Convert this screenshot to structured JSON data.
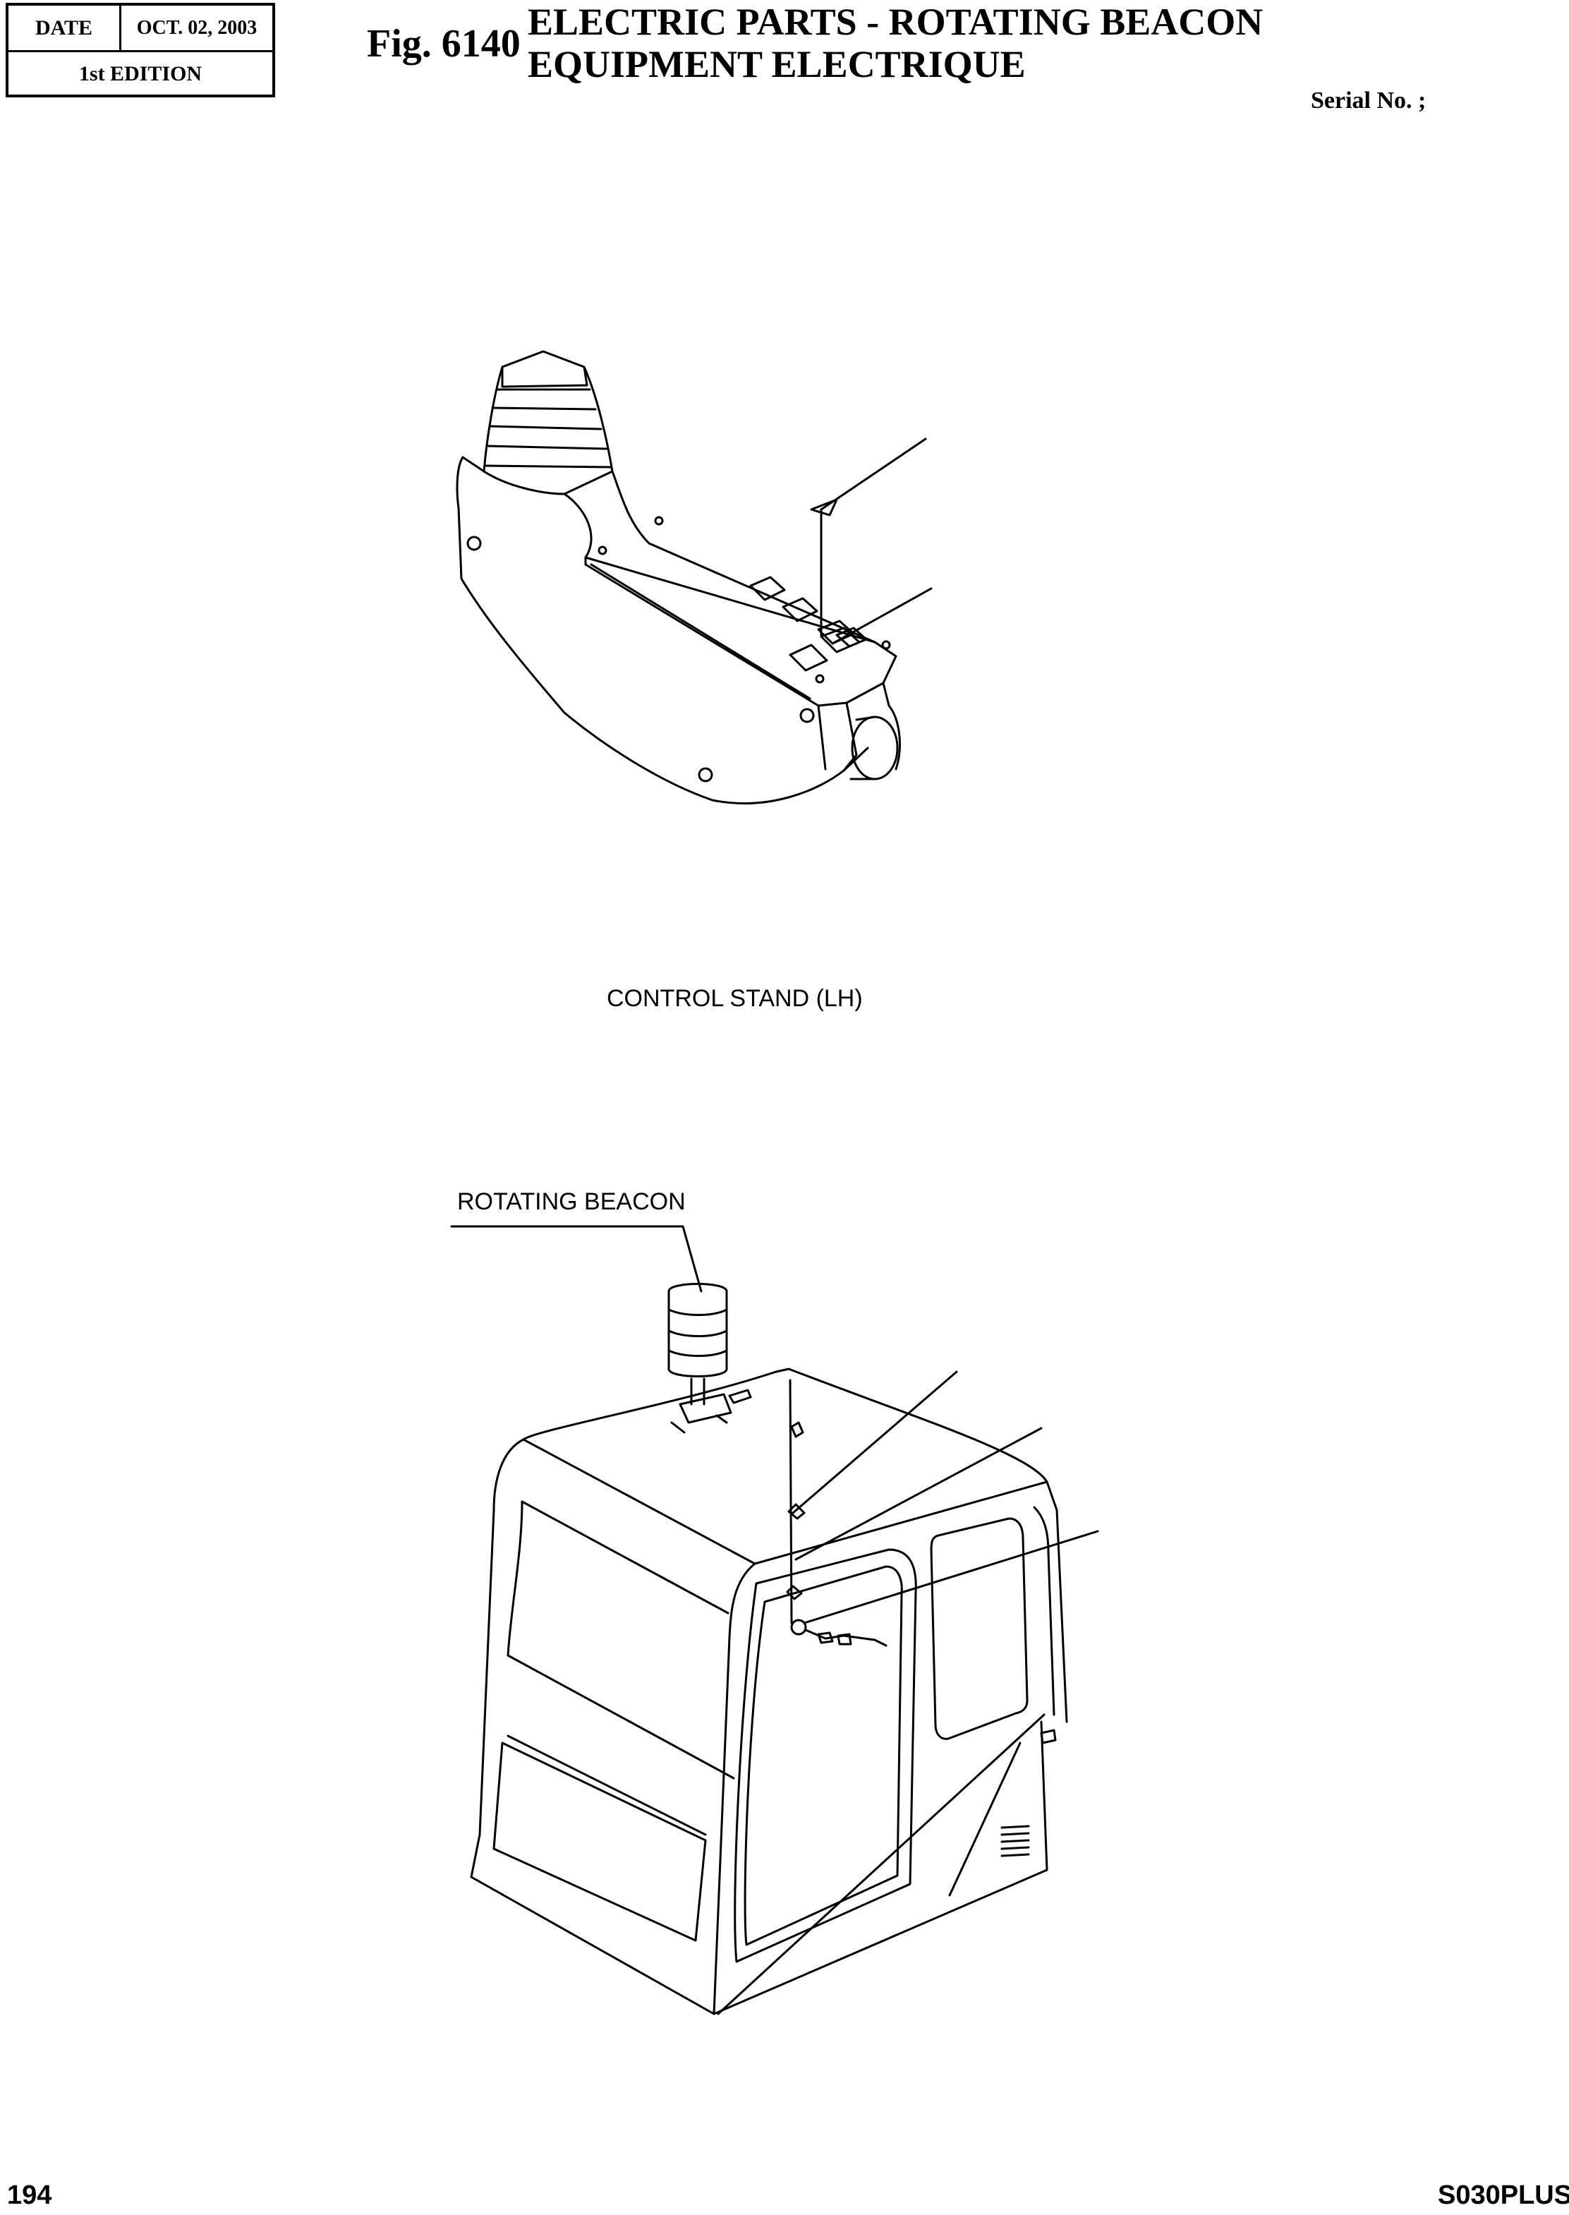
{
  "header": {
    "date_label": "DATE",
    "date_value": "OCT.  02, 2003",
    "edition": "1st EDITION",
    "fig_number": "Fig. 6140",
    "title_en": "ELECTRIC PARTS - ROTATING BEACON",
    "title_fr": "EQUIPMENT ELECTRIQUE",
    "serial": "Serial No. ;"
  },
  "figures": {
    "control_stand_caption": "CONTROL STAND (LH)",
    "beacon_label": "ROTATING BEACON"
  },
  "footer": {
    "page_number": "194",
    "model": "S030PLUS"
  }
}
